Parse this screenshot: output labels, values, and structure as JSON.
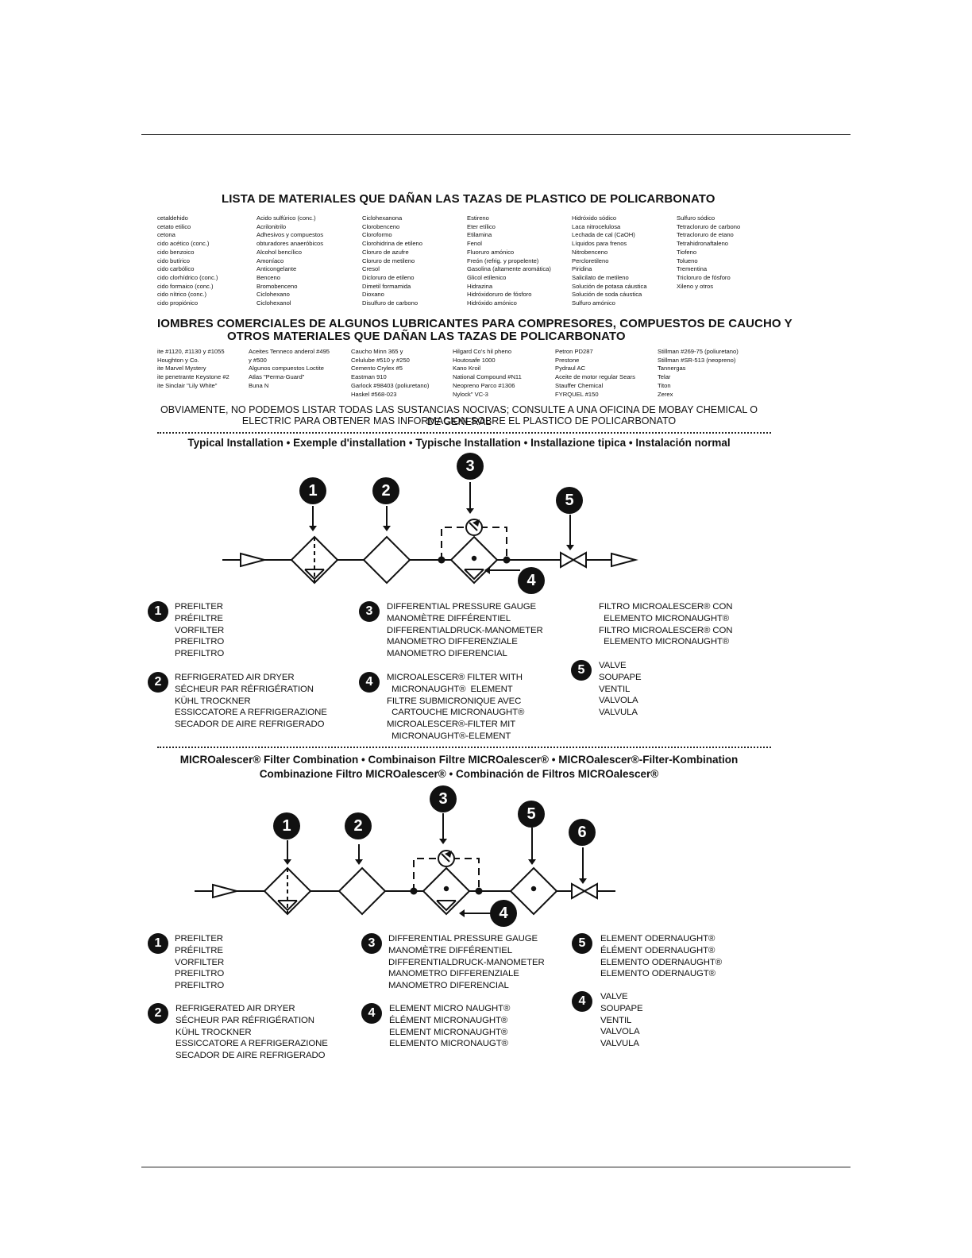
{
  "materials_title": "LISTA DE MATERIALES QUE DAÑAN LAS TAZAS DE PLASTICO DE  POLICARBONATO",
  "materials_columns": [
    [
      "cetaldehido",
      "cetato etilico",
      "cetona",
      "cido acético (conc.)",
      "cido benzoico",
      "cido butírico",
      "cido carbólico",
      "cido clorhídrico (conc.)",
      "cido formaico (conc.)",
      "cido nítrico (conc.)",
      "cido propiónico"
    ],
    [
      "Acido sulfúrico (conc.)",
      "Acrilonitrilo",
      "Adhesivos y compuestos",
      "obturadores anaeróbicos",
      "Alcohol bencílico",
      "Amoníaco",
      "Anticongelante",
      "Benceno",
      "Bromobenceno",
      "Ciclohexano",
      "Ciclohexanol"
    ],
    [
      "Ciclohexanona",
      "Clorobenceno",
      "Cloroformo",
      "Clorohidrina de etileno",
      "Cloruro de azufre",
      "Cloruro de metileno",
      "Cresol",
      "Dicloruro de etileno",
      "Dimetil formamida",
      "Dioxano",
      "Disulfuro de carbono"
    ],
    [
      "Estireno",
      "Eter etílico",
      "Etilamina",
      "Fenol",
      "Fluoruro amónico",
      "Freón (refrig. y propelente)",
      "Gasolina (altamente aromática)",
      "Glicol etílenico",
      "Hidrazina",
      "Hidróxidoruro de fósforo",
      "Hidróxido amónico"
    ],
    [
      "Hidróxido sódico",
      "Laca nitrocelulosa",
      "Lechada de cal (CaOH)",
      "Líquidos para frenos",
      "Nitrobenceno",
      "Percloretileno",
      "Piridina",
      "Salicilato de metileno",
      "Solución de potasa cáustica",
      "Solución de soda cáustica",
      "Sulfuro amónico"
    ],
    [
      "Sulfuro sódico",
      "Tetracloruro de carbono",
      "Tetracloruro de etano",
      "Tetrahidronaftaleno",
      "Tiofeno",
      "Tolueno",
      "Trementina",
      "Tricloruro de fósforo",
      "Xileno y otros"
    ]
  ],
  "trade_title_1": "IOMBRES COMERCIALES DE ALGUNOS LUBRICANTES PARA COMPRESORES, COMPUESTOS DE CAUCHO Y",
  "trade_title_2": "OTROS MATERIALES QUE DAÑAN LAS TAZAS DE POLICARBONATO",
  "trade_columns": [
    [
      "ite #1120, #1130 y #1055",
      "Houghton y Co.",
      "ite Marvel Mystery",
      "ite penetrante Keystone #2",
      "ite Sinclair \"Lily White\""
    ],
    [
      "Aceites Tenneco anderol #495",
      "y #500",
      "Algunos compuestos Loctite",
      "Atlas \"Perma-Guard\"",
      "Buna N"
    ],
    [
      "Caucho Minn 365 y",
      "Celulube #510 y #250",
      "Cemento Crylex #5",
      "Eastman 910",
      "Garlock #98403 (poliuretano)",
      "Haskel #568-023"
    ],
    [
      "Hilgard Co's hil pheno",
      "Houtosafe 1000",
      "Kano Kroil",
      "National Compound #N11",
      "Neopreno Parco #1306",
      "Nylock\" VC-3"
    ],
    [
      "Petron PD287",
      "Prestone",
      "Pydraul AC",
      "Aceite de motor regular Sears",
      "Stauffer Chemical",
      "FYRQUEL #150"
    ],
    [
      "Stillman #269-75 (poliuretano)",
      "Stillman #SR-513 (neopreno)",
      "Tannergas",
      "Telar",
      "Titon",
      "Zerex"
    ]
  ],
  "note_line_1": "OBVIAMENTE, NO PODEMOS LISTAR TODAS LAS SUSTANCIAS NOCIVAS; CONSULTE A UNA  OFICINA DE MOBAY CHEMICAL O DE GENERAL",
  "note_line_2": "ELECTRIC PARA OBTENER MAS INFORMACION  SOBRE EL PLASTICO DE POLICARBONATO",
  "typical_banner": "Typical Installation  •  Exemple d'installation  •  Typische Installation  •  Installazione tipica  •  Instalación normal",
  "diagram1_badges": [
    "1",
    "2",
    "3",
    "4",
    "5"
  ],
  "legend1": {
    "b1": [
      "PREFILTER",
      "PRÉFILTRE",
      "VORFILTER",
      "PREFILTRO",
      "PREFILTRO"
    ],
    "b2": [
      "REFRIGERATED AIR DRYER",
      "SÉCHEUR PAR RÉFRIGÉRATION",
      "KÜHL TROCKNER",
      "ESSICCATORE A REFRIGERAZIONE",
      "SECADOR DE AIRE REFRIGERADO"
    ],
    "b3": [
      "DIFFERENTIAL PRESSURE GAUGE",
      "MANOMÈTRE DIFFÉRENTIEL",
      "DIFFERENTIALDRUCK-MANOMETER",
      "MANOMETRO DIFFERENZIALE",
      "MANOMETRO DIFERENCIAL"
    ],
    "b4": [
      "MICROALESCER® FILTER WITH",
      "  MICRONAUGHT®  ELEMENT",
      "FILTRE SUBMICRONIQUE AVEC",
      "  CARTOUCHE MICRONAUGHT®",
      "MICROALESCER®-FILTER MIT",
      "  MICRONAUGHT®-ELEMENT"
    ],
    "b4b": [
      "FILTRO MICROALESCER® CON",
      "  ELEMENTO MICRONAUGHT®",
      "FILTRO MICROALESCER® CON",
      "  ELEMENTO MICRONAUGHT®"
    ],
    "b5": [
      "VALVE",
      "SOUPAPE",
      "VENTIL",
      "VALVOLA",
      "VALVULA"
    ],
    "badge_labels": [
      "1",
      "2",
      "3",
      "4",
      "5"
    ]
  },
  "combo_banner_1": "MICROalescer® Filter Combination  •  Combinaison Filtre MICROalescer®  •  MICROalescer®-Filter-Kombination",
  "combo_banner_2": "Combinazione Filtro MICROalescer®  •  Combinación de Filtros MICROalescer®",
  "diagram2_badges": [
    "1",
    "2",
    "3",
    "4",
    "5",
    "6"
  ],
  "legend2": {
    "b1": [
      "PREFILTER",
      "PRÉFILTRE",
      "VORFILTER",
      "PREFILTRO",
      "PREFILTRO"
    ],
    "b2": [
      "REFRIGERATED AIR DRYER",
      "SÉCHEUR PAR RÉFRIGÉRATION",
      "KÜHL TROCKNER",
      "ESSICCATORE A REFRIGERAZIONE",
      "SECADOR DE AIRE REFRIGERADO"
    ],
    "b3": [
      "DIFFERENTIAL PRESSURE GAUGE",
      "MANOMÈTRE DIFFÉRENTIEL",
      "DIFFERENTIALDRUCK-MANOMETER",
      "MANOMETRO DIFFERENZIALE",
      "MANOMETRO DIFERENCIAL"
    ],
    "b4": [
      "ELEMENT MICRO NAUGHT®",
      "ÉLÉMENT MICRONAUGHT®",
      "ELEMENT MICRONAUGHT®",
      "ELEMENTO MICRONAUGT®"
    ],
    "b5": [
      "ELEMENT ODERNAUGHT®",
      "ÉLÉMENT ODERNAUGHT®",
      "ELEMENTO ODERNAUGHT®",
      "ELEMENTO ODERNAUGT®"
    ],
    "b6": [
      "VALVE",
      "SOUPAPE",
      "VENTIL",
      "VALVOLA",
      "VALVULA"
    ],
    "badge_labels": [
      "1",
      "2",
      "3",
      "4",
      "5",
      "4"
    ]
  }
}
